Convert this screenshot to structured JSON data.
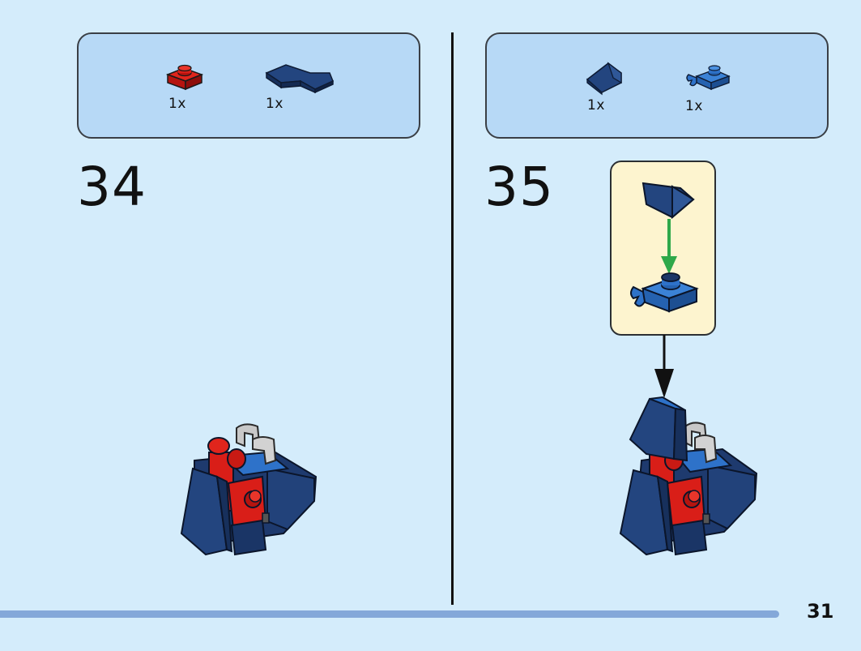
{
  "steps": [
    {
      "number": "34",
      "parts": [
        {
          "icon": "red-round-plate-icon",
          "qty": "1x",
          "color": "#d91e18"
        },
        {
          "icon": "dark-blue-wedge-plate-icon",
          "qty": "1x",
          "color": "#1e3a6e"
        }
      ]
    },
    {
      "number": "35",
      "parts": [
        {
          "icon": "dark-blue-slope-icon",
          "qty": "1x",
          "color": "#1e3a6e"
        },
        {
          "icon": "blue-clip-plate-icon",
          "qty": "1x",
          "color": "#2e72c9"
        }
      ]
    }
  ],
  "page": {
    "number": "31"
  },
  "colors": {
    "background": "#d4ecfb",
    "parts_box": "#b7d9f6",
    "callout": "#fdf4cf",
    "progress": "#84a8d9",
    "arrow_green": "#2ea84a"
  }
}
